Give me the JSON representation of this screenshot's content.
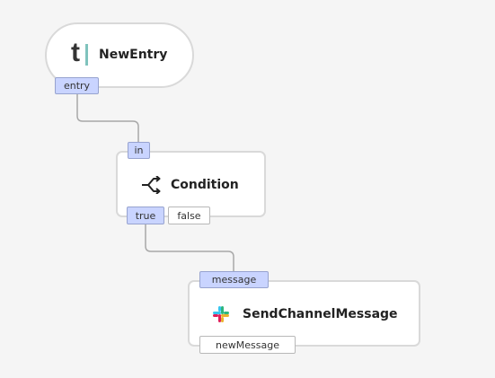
{
  "nodes": {
    "new_entry": {
      "label": "NewEntry",
      "icon": "typeform-logo-icon",
      "icon_text": "t",
      "output_port": "entry"
    },
    "condition": {
      "label": "Condition",
      "icon": "branch-icon",
      "input_port": "in",
      "output_ports": [
        "true",
        "false"
      ]
    },
    "send_channel_message": {
      "label": "SendChannelMessage",
      "icon": "slack-logo-icon",
      "input_port": "message",
      "output_port": "newMessage"
    }
  },
  "edges": [
    {
      "from": "new_entry.entry",
      "to": "condition.in"
    },
    {
      "from": "condition.true",
      "to": "send_channel_message.message"
    }
  ],
  "colors": {
    "canvas": "#f5f5f5",
    "node_border": "#d9d9d9",
    "active_port": "#c9d4ff",
    "edge": "#a8a8a8",
    "slack_blue": "#36c5f0",
    "slack_green": "#2eb67d",
    "slack_yellow": "#ecb22e",
    "slack_red": "#e01e5a",
    "typeform_bar": "#7fc3bd"
  }
}
